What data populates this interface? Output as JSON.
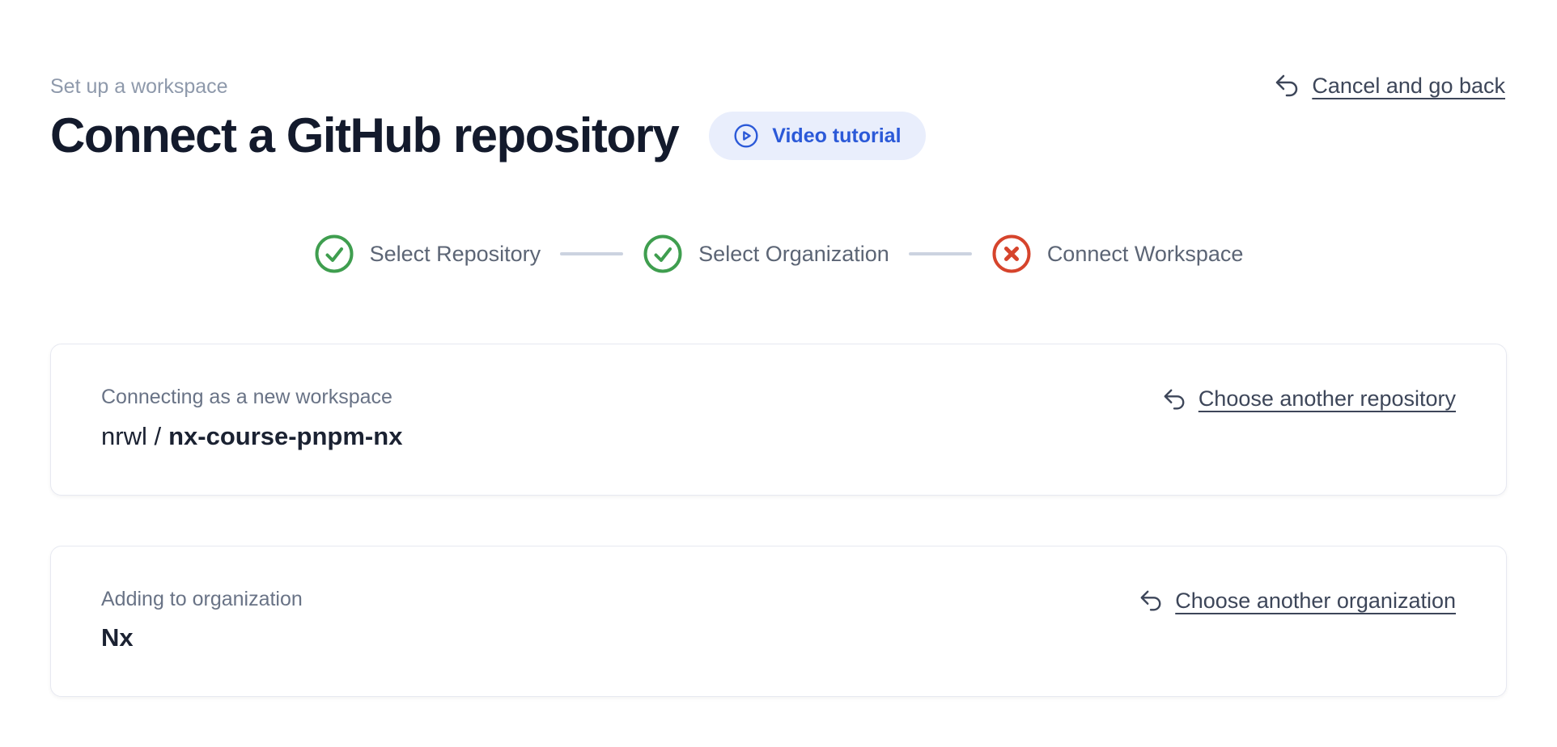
{
  "page": {
    "eyebrow": "Set up a workspace",
    "title": "Connect a GitHub repository",
    "video_tutorial_label": "Video tutorial",
    "cancel_label": "Cancel and go back"
  },
  "stepper": {
    "steps": [
      {
        "label": "Select Repository",
        "state": "complete"
      },
      {
        "label": "Select Organization",
        "state": "complete"
      },
      {
        "label": "Connect Workspace",
        "state": "error"
      }
    ]
  },
  "repository_card": {
    "label": "Connecting as a new workspace",
    "owner": "nrwl /",
    "repo": "nx-course-pnpm-nx",
    "action_label": "Choose another repository"
  },
  "organization_card": {
    "label": "Adding to organization",
    "name": "Nx",
    "action_label": "Choose another organization"
  },
  "colors": {
    "accent_blue": "#2b59d8",
    "pill_background": "#e9eefc",
    "success_green": "#3f9e4f",
    "error_red": "#d6442c",
    "heading_text": "#131a2c",
    "muted_text": "#8e99ab",
    "link_text": "#3d4659",
    "connector_gray": "#ccd3e0",
    "card_border": "#e7e9f1"
  }
}
